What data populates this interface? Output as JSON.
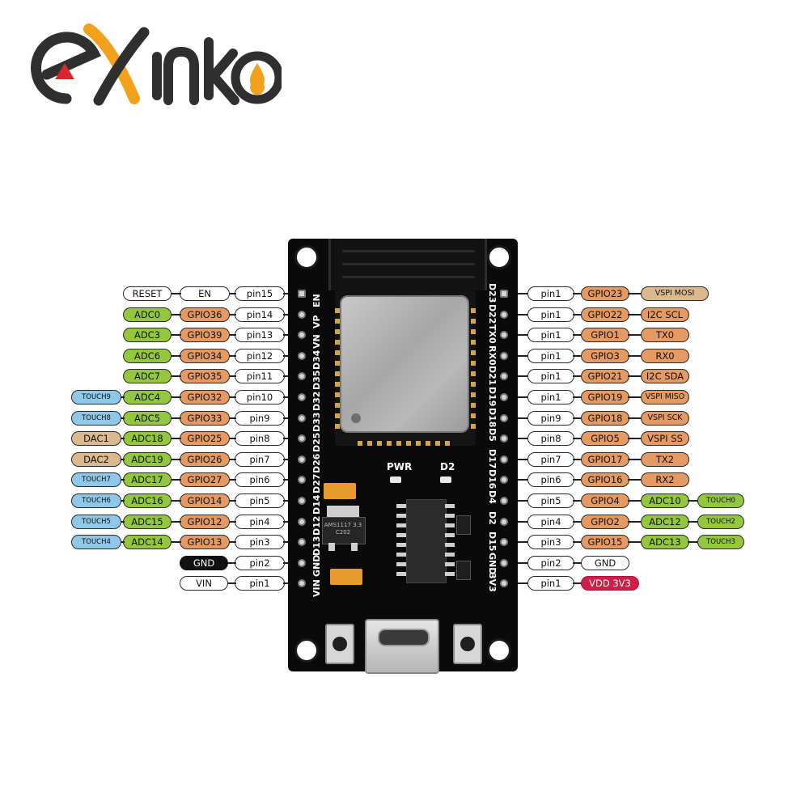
{
  "logo": {
    "text": "eXinko",
    "colors": {
      "dark": "#2f2f2f",
      "orange": "#f2a11c",
      "red": "#d9262a"
    }
  },
  "board": {
    "silk_left": [
      "EN",
      "VP",
      "VN",
      "D34",
      "D35",
      "D32",
      "D33",
      "D25",
      "D26",
      "D27",
      "D14",
      "D12",
      "D13",
      "GND",
      "VIN"
    ],
    "silk_right": [
      "D23",
      "D22",
      "TX0",
      "RX0",
      "D21",
      "D19",
      "D18",
      "D5",
      "D17",
      "D16",
      "D4",
      "D2",
      "D15",
      "GND",
      "3V3"
    ],
    "pwr_label": "PWR",
    "d2_label": "D2",
    "regulator_text": "AMS1117 3.3 C202"
  },
  "left_pins": [
    [
      "RESET",
      "EN",
      "pin15"
    ],
    [
      "ADC0",
      "GPIO36",
      "pin14"
    ],
    [
      "ADC3",
      "GPIO39",
      "pin13"
    ],
    [
      "ADC6",
      "GPIO34",
      "pin12"
    ],
    [
      "ADC7",
      "GPIO35",
      "pin11"
    ],
    [
      "TOUCH9",
      "ADC4",
      "GPIO32",
      "pin10"
    ],
    [
      "TOUCH8",
      "ADC5",
      "GPIO33",
      "pin9"
    ],
    [
      "DAC1",
      "ADC18",
      "GPIO25",
      "pin8"
    ],
    [
      "DAC2",
      "ADC19",
      "GPIO26",
      "pin7"
    ],
    [
      "TOUCH7",
      "ADC17",
      "GPIO27",
      "pin6"
    ],
    [
      "TOUCH6",
      "ADC16",
      "GPIO14",
      "pin5"
    ],
    [
      "TOUCH5",
      "ADC15",
      "GPIO12",
      "pin4"
    ],
    [
      "TOUCH4",
      "ADC14",
      "GPIO13",
      "pin3"
    ],
    [
      "GND",
      "pin2"
    ],
    [
      "VIN",
      "pin1"
    ]
  ],
  "right_pins": [
    [
      "pin1",
      "GPIO23",
      "VSPI MOSI"
    ],
    [
      "pin1",
      "GPIO22",
      "I2C SCL"
    ],
    [
      "pin1",
      "GPIO1",
      "TX0"
    ],
    [
      "pin1",
      "GPIO3",
      "RX0"
    ],
    [
      "pin1",
      "GPIO21",
      "I2C SDA"
    ],
    [
      "pin1",
      "GPIO19",
      "VSPI MISO"
    ],
    [
      "pin9",
      "GPIO18",
      "VSPI SCK"
    ],
    [
      "pin8",
      "GPIO5",
      "VSPI SS"
    ],
    [
      "pin7",
      "GPIO17",
      "TX2"
    ],
    [
      "pin6",
      "GPIO16",
      "RX2"
    ],
    [
      "pin5",
      "GPIO4",
      "ADC10",
      "TOUCH0"
    ],
    [
      "pin4",
      "GPIO2",
      "ADC12",
      "TOUCH2"
    ],
    [
      "pin3",
      "GPIO15",
      "ADC13",
      "TOUCH3"
    ],
    [
      "pin2",
      "GND"
    ],
    [
      "pin1",
      "VDD 3V3"
    ]
  ],
  "colors": {
    "pin": "#ffffff",
    "gpio": "#e59a64",
    "adc": "#93c83e",
    "touch": "#8fc8e8",
    "dac": "#dab98e",
    "spi": "#dab98e",
    "gnd": "#111111",
    "power": "#d11e46"
  }
}
